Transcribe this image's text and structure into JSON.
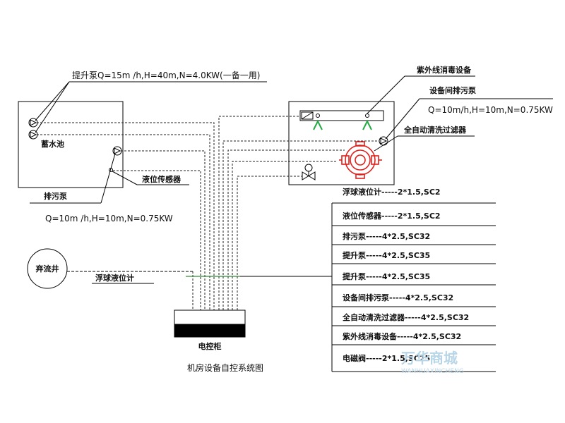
{
  "labels": {
    "lift_pump_spec": "提升泵Q=15m  /h,H=40m,N=4.0KW(一备一用)",
    "tank_name": "蓄水池",
    "drain_pump": "排污泵",
    "drain_pump_spec": "Q=10m  /h,H=10m,N=0.75KW",
    "level_sensor": "液位传感器",
    "overflow_well": "弃流井",
    "float_meter": "浮球液位计",
    "uv_device": "紫外线消毒设备",
    "room_drain_pump": "设备间排污泵",
    "room_drain_spec": "Q=10m/h,H=10m,N=0.75KW",
    "auto_filter": "全自动清洗过滤器",
    "cabinet": "电控柜",
    "title": "机房设备自控系统图"
  },
  "cables": [
    "浮球液位计-----2*1.5,SC2",
    "液位传感器-----2*1.5,SC2",
    "排污泵-----4*2.5,SC32",
    "提升泵-----4*2.5,SC35",
    "提升泵-----4*2.5,SC35",
    "设备间排污泵-----4*2.5,SC32",
    "全自动清洗过滤器-----4*2.5,SC32",
    "紫外线消毒设备-----4*2.5,SC32",
    "电磁阀-----2*1.5,SC25"
  ],
  "watermark": {
    "cn": "万华商城",
    "en": "WANHUAXINCHENG"
  },
  "colors": {
    "line": "#000000",
    "dash": "#222222",
    "filter": "#e0201c",
    "uv_legs": "#22aa44",
    "bus": "#3a8a3a"
  }
}
